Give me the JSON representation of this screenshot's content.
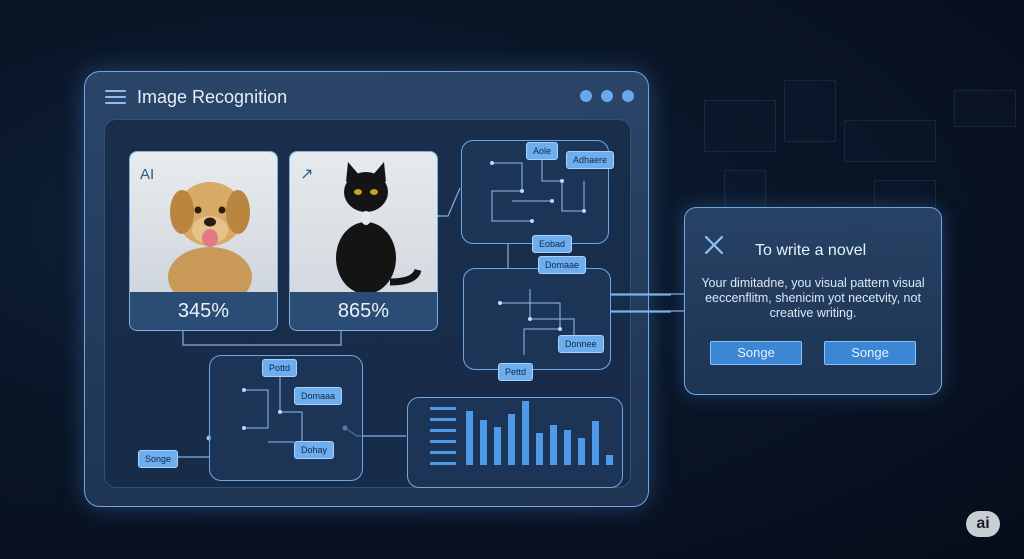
{
  "window": {
    "title": "Image Recognition"
  },
  "cards": [
    {
      "tag": "AI",
      "percent": "345%",
      "subject": "dog"
    },
    {
      "tag": "",
      "percent": "865%",
      "subject": "cat"
    }
  ],
  "panels": {
    "top_right": {
      "chips": [
        "Aole",
        "Adhaere",
        "Eobad"
      ]
    },
    "mid_right": {
      "chips": [
        "Domaae",
        "Donnee",
        "Pettd"
      ]
    },
    "bottom_left": {
      "chips": [
        "Pottd",
        "Domaaa",
        "Dohay",
        "Songe"
      ]
    }
  },
  "bar_chart": {
    "values": [
      0.85,
      0.7,
      0.6,
      0.8,
      1.0,
      0.5,
      0.62,
      0.55,
      0.42,
      0.68,
      0.15
    ]
  },
  "dialog": {
    "title": "To write a novel",
    "body": "Your dimitadne, you visual pattern visual eeccenflitm, shenicim yot necetvity, not creative writing.",
    "buttons": [
      "Songe",
      "Songe"
    ]
  },
  "badge": "ai",
  "colors": {
    "accent": "#6ea7e3",
    "button": "#3c86d6",
    "background": "#0a1628"
  }
}
